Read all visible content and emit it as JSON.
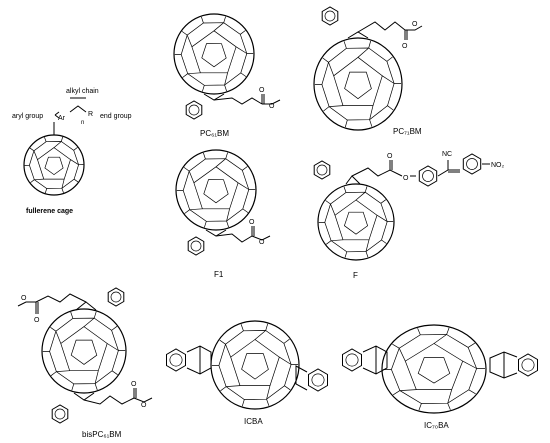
{
  "generic": {
    "aryl_group": "aryl group",
    "ar": "Ar",
    "alkyl_chain": "alkyl chain",
    "n": "n",
    "r": "R",
    "end_group": "end group",
    "fullerene_cage": "fullerene cage"
  },
  "molecules": {
    "pc61bm": "PC₆₁BM",
    "pc71bm": "PC₇₁BM",
    "f1": "F1",
    "f": "F",
    "bispc61bm": "bisPC₆₁BM",
    "icba": "ICBA",
    "ic70ba": "IC₇₀BA"
  },
  "substituents": {
    "nc": "NC",
    "no2": "NO₂",
    "o": "O"
  }
}
